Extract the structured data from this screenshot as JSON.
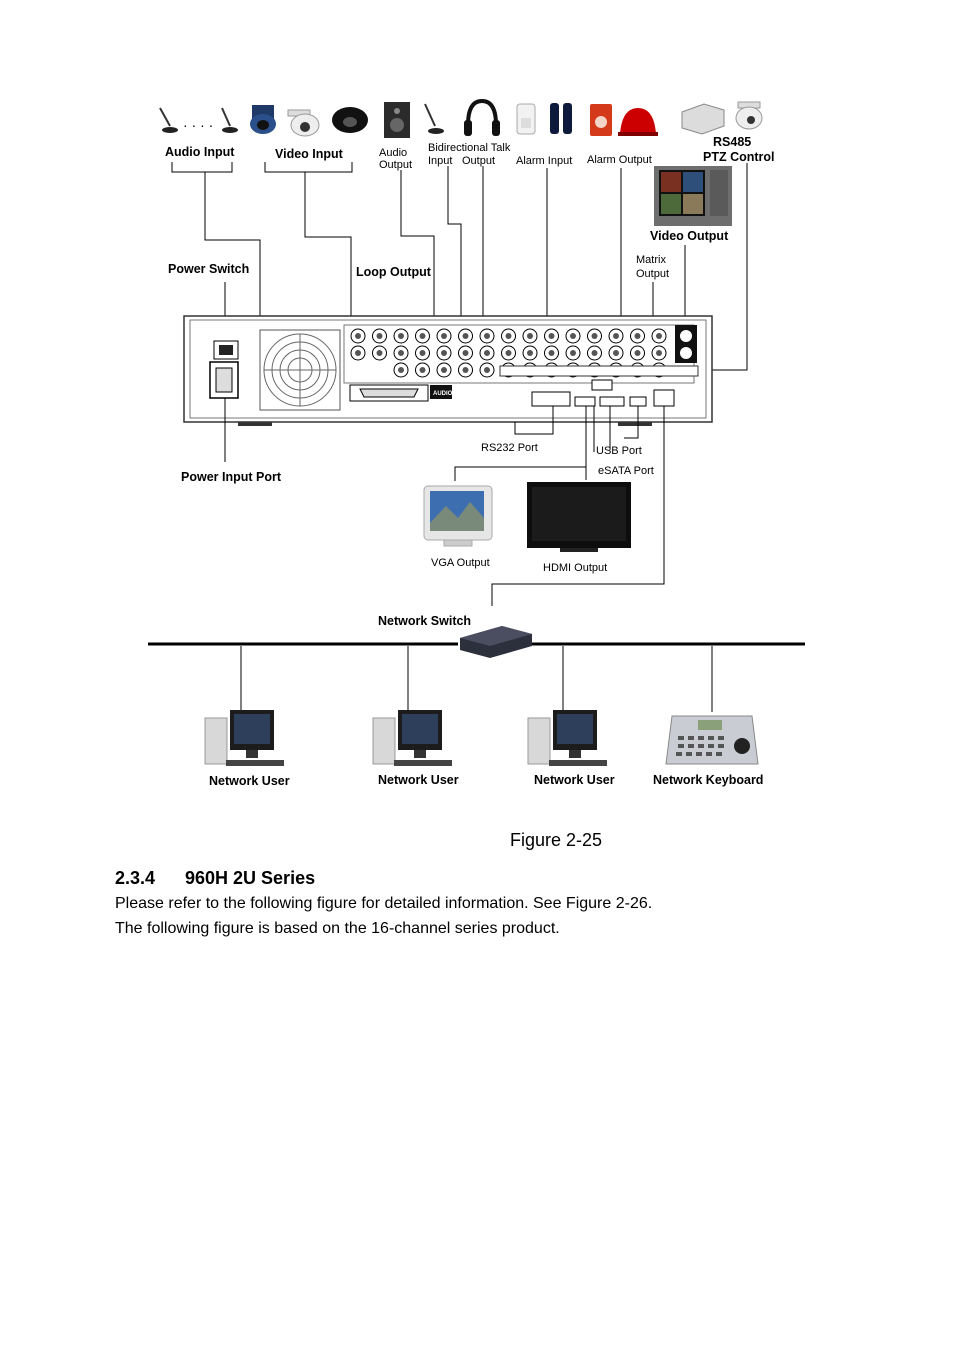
{
  "diagram": {
    "labels": {
      "audio_input": "Audio Input",
      "video_input": "Video Input",
      "audio_output_1": "Audio",
      "audio_output_2": "Output",
      "bidirectional_talk": "Bidirectional Talk",
      "talk_input": "Input",
      "talk_output": "Output",
      "alarm_input": "Alarm Input",
      "alarm_output": "Alarm Output",
      "rs485": "RS485",
      "ptz_control": "PTZ Control",
      "video_output": "Video Output",
      "power_switch": "Power Switch",
      "loop_output": "Loop Output",
      "matrix_output_1": "Matrix",
      "matrix_output_2": "Output",
      "power_input_port": "Power Input Port",
      "rs232_port": "RS232 Port",
      "usb_port": "USB Port",
      "esata_port": "eSATA Port",
      "vga_output": "VGA Output",
      "hdmi_output": "HDMI Output",
      "network_switch": "Network Switch",
      "network_user_1": "Network User",
      "network_user_2": "Network User",
      "network_user_3": "Network User",
      "network_keyboard": "Network Keyboard",
      "audio_panel": "AUDIO"
    }
  },
  "caption": "Figure 2-25",
  "section": {
    "number": "2.3.4",
    "title": "960H 2U Series"
  },
  "paragraphs": [
    "Please refer to the following figure for detailed information. See Figure 2-26.",
    "The following figure is based on the 16-channel series product."
  ]
}
